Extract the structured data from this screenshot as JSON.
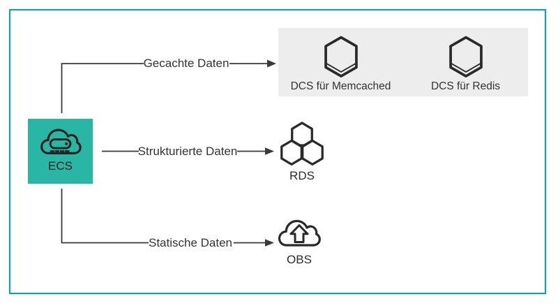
{
  "diagram": {
    "type": "architecture-flow",
    "source": {
      "label": "ECS",
      "icon": "cloud-server-icon"
    },
    "flows": [
      {
        "label": "Gecachte Daten",
        "grouped": true,
        "targets": [
          {
            "label": "DCS für Memcached",
            "icon": "hexagon-box-icon"
          },
          {
            "label": "DCS für Redis",
            "icon": "hexagon-box-icon"
          }
        ]
      },
      {
        "label": "Strukturierte Daten",
        "targets": [
          {
            "label": "RDS",
            "icon": "hexagon-cluster-icon"
          }
        ]
      },
      {
        "label": "Statische Daten",
        "targets": [
          {
            "label": "OBS",
            "icon": "cloud-upload-icon"
          }
        ]
      }
    ],
    "colors": {
      "frame_border": "#00A9AC",
      "source_background": "#29B6A4",
      "group_background": "#EDEDED",
      "connector": "#3A3A3A",
      "text": "#333333",
      "icon_stroke": "#222222"
    }
  }
}
